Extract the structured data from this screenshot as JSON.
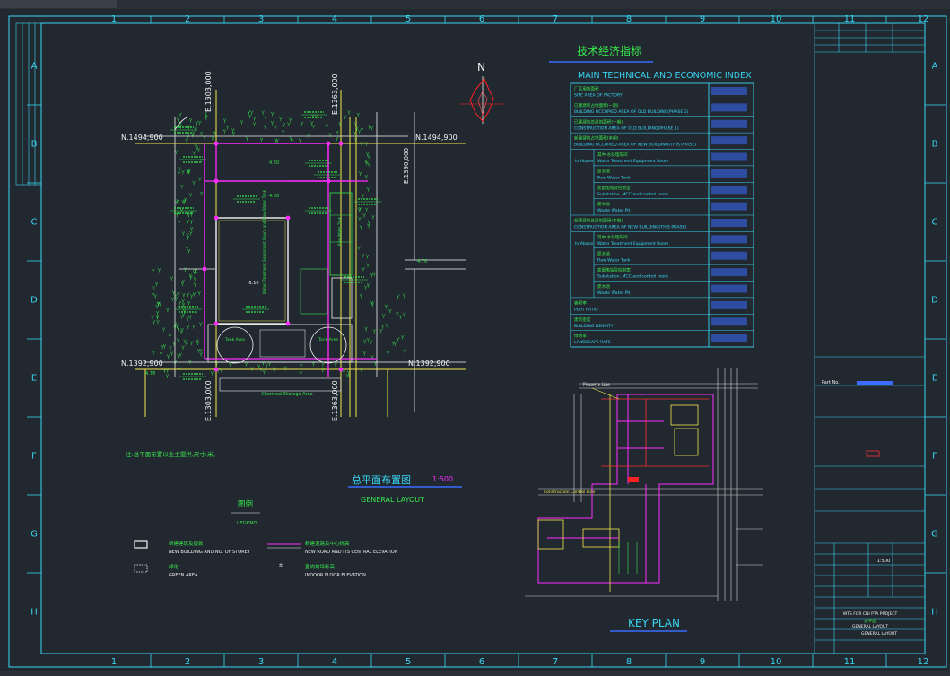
{
  "grid": {
    "columns": [
      "1",
      "2",
      "3",
      "4",
      "5",
      "6",
      "7",
      "8",
      "9",
      "10",
      "11",
      "12"
    ],
    "rows": [
      "A",
      "B",
      "C",
      "D",
      "E",
      "F",
      "G",
      "H"
    ]
  },
  "north_label": "N",
  "index_table": {
    "title_cn": "技术经济指标",
    "title_en": "MAIN TECHNICAL AND ECONOMIC INDEX",
    "rows": [
      {
        "cn": "厂区用地面积",
        "en": "SITE AREA OF FACTORY"
      },
      {
        "cn": "已建建筑占地面积(一期)",
        "en": "BUILDING OCCUPIED AREA OF OLD BUILDING(PHASE 1)"
      },
      {
        "cn": "已建建筑总建筑面积(一期)",
        "en": "CONSTRUCTION AREA OF OLD BUILDING(PHASE 1)"
      },
      {
        "cn": "新建建筑占地面积(本期)",
        "en": "BUILDING OCCUPIED AREA OF NEW BUILDING(THIS PHASE)"
      },
      {
        "cn": "其中 水处理车间",
        "en": "Water Treatment Equipment Room",
        "group": "In Above"
      },
      {
        "cn": "原水池",
        "en": "Raw Water Tank"
      },
      {
        "cn": "变配电站及控制室",
        "en": "Substation, MCC and control room"
      },
      {
        "cn": "废水池",
        "en": "Waste Water Pit"
      },
      {
        "cn": "新建建筑总建筑面积(本期)",
        "en": "CONSTRUCTION AREA OF NEW BUILDING(THIS PHASE)"
      },
      {
        "cn": "其中 水处理车间",
        "en": "Water Treatment Equipment Room",
        "group": "In Above"
      },
      {
        "cn": "原水池",
        "en": "Raw Water Tank"
      },
      {
        "cn": "变配电站及控制室",
        "en": "Substation, MCC and control room"
      },
      {
        "cn": "废水池",
        "en": "Waste Water Pit"
      },
      {
        "cn": "容积率",
        "en": "PLOT RATIO"
      },
      {
        "cn": "建筑密度",
        "en": "BUILDING DENSITY"
      },
      {
        "cn": "绿地率",
        "en": "LANDSCAPE RATE"
      }
    ]
  },
  "site_plan": {
    "coord_n_top": "N.1494,900",
    "coord_n_bottom": "N.1392,900",
    "coord_e_left": "E.1303,000",
    "coord_e_right": "E.1363,000",
    "coord_e_far": "E.1390,000",
    "elev_1": "4.50",
    "elev_2": "4.50",
    "elev_3": "6.10",
    "elev_4": "4.70",
    "elev_5": "4.70",
    "building_label_1": "Water Treatment Equipment Room and Raw Water Tank",
    "building_label_2": "Raw Water Tank",
    "tank_label_left": "Tank Area",
    "tank_label_right": "Tank Area",
    "chemical_label": "Chemical Storage Area",
    "note": "注:总平面布置以业主提供,尺寸:米。"
  },
  "layout_title": {
    "cn": "总平面布置图",
    "scale": "1:500",
    "en": "GENERAL LAYOUT"
  },
  "legend": {
    "title_cn": "图例",
    "title_en": "LEGEND",
    "items": [
      {
        "cn": "新建建筑及层数",
        "en": "NEW BUILDING AND NO. OF STOREY"
      },
      {
        "cn": "新建道路及中心标高",
        "en": "NEW ROAD AND ITS CENTRAL ELEVATION"
      },
      {
        "cn": "绿化",
        "en": "GREEN AREA"
      },
      {
        "cn": "室内地坪标高",
        "en": "INDOOR FLOOR ELEVATION"
      }
    ]
  },
  "key_plan": {
    "title": "KEY PLAN",
    "property_line": "Property Line",
    "construction_line": "Construction Control Line"
  },
  "title_block": {
    "part_no": "Part No.",
    "scale": "1:500",
    "project": "WTS FOR CNI PTA PROJECT",
    "drawing_cn": "总平面",
    "drawing_en": "GENERAL LAYOUT",
    "drawing_en_2": "GENERAL LAYOUT"
  },
  "colors": {
    "background": "#212830",
    "border": "#39d6f2",
    "green": "#39e64c",
    "magenta": "#ff2cff",
    "yellow": "#f2e84a",
    "white": "#f2f2f2",
    "red": "#ff3030",
    "blue": "#3b6cff"
  }
}
